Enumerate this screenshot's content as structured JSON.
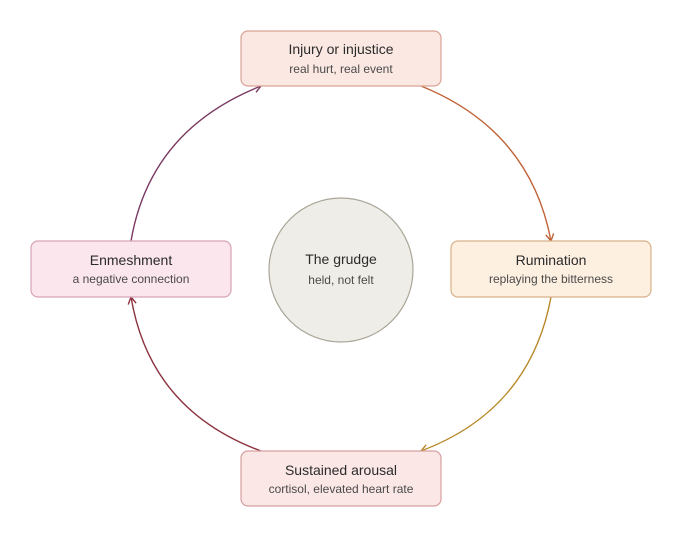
{
  "diagram": {
    "center": {
      "title": "The grudge",
      "subtitle": "held, not felt"
    },
    "nodes": [
      {
        "id": "injury",
        "title": "Injury or injustice",
        "subtitle": "real hurt, real event",
        "fill": "#fbe8e2",
        "stroke": "#d9a396"
      },
      {
        "id": "rumination",
        "title": "Rumination",
        "subtitle": "replaying the bitterness",
        "fill": "#fdf0e0",
        "stroke": "#d8b08a"
      },
      {
        "id": "arousal",
        "title": "Sustained arousal",
        "subtitle": "cortisol, elevated heart rate",
        "fill": "#fbe7e6",
        "stroke": "#d6a0a0"
      },
      {
        "id": "enmeshment",
        "title": "Enmeshment",
        "subtitle": "a negative connection",
        "fill": "#fbe6ee",
        "stroke": "#d6a3b8"
      }
    ],
    "center_style": {
      "fill": "#efede7",
      "stroke": "#a9a699"
    },
    "arrows": [
      {
        "from": "injury",
        "to": "rumination",
        "color": "#c0643a"
      },
      {
        "from": "rumination",
        "to": "arousal",
        "color": "#b8892a"
      },
      {
        "from": "arousal",
        "to": "enmeshment",
        "color": "#8c3340"
      },
      {
        "from": "enmeshment",
        "to": "injury",
        "color": "#7a3a62"
      }
    ]
  }
}
